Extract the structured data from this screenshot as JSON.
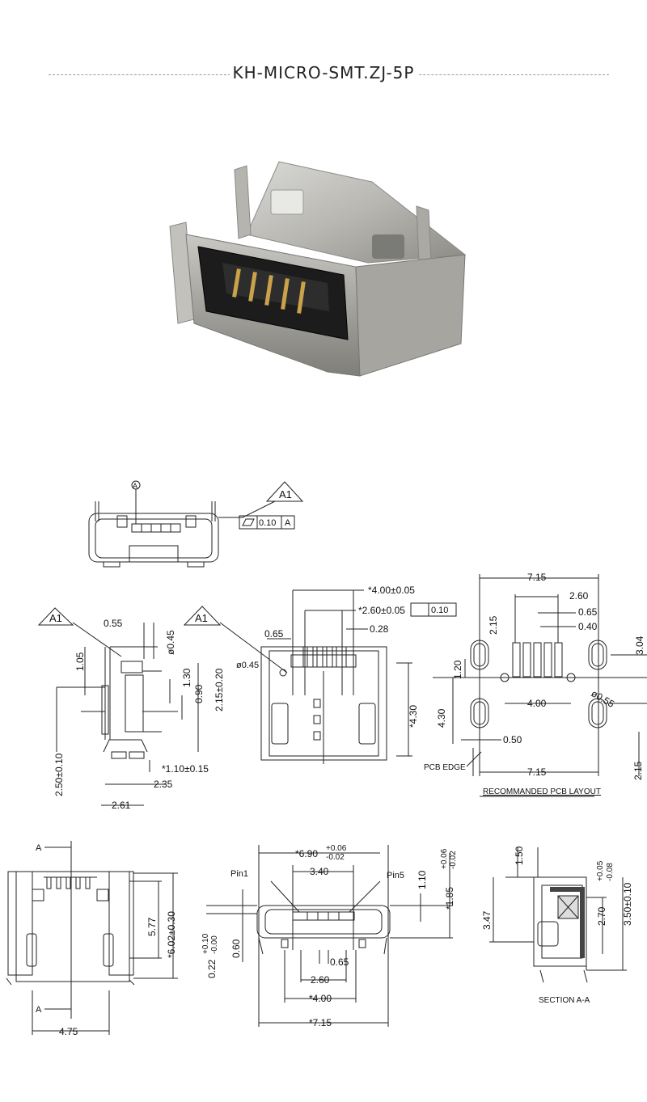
{
  "title": "KH-MICRO-SMT.ZJ-5P",
  "views": {
    "front_top": {
      "datum": "A",
      "revision": "A1",
      "tolerance_value": "0.10",
      "tolerance_ref": "A"
    },
    "side": {
      "revision": "A1",
      "dims": [
        "0.55",
        "ø0.45",
        "1.05",
        "1.30",
        "0.90",
        "2.15±0.20",
        "2.50±0.10",
        "*1.10±0.15",
        "2.35",
        "2.61"
      ]
    },
    "front_pins": {
      "revision": "A1",
      "dims": [
        "*4.00±0.05",
        "*2.60±0.05",
        "0.10",
        "0.65",
        "0.28",
        "ø0.45",
        "*4.30"
      ]
    },
    "pcb_layout": {
      "dims": [
        "7.15",
        "2.60",
        "0.65",
        "0.40",
        "2.15",
        "3.04",
        "1.20",
        "4.00",
        "ø0.55",
        "4.30",
        "0.50",
        "7.15",
        "2.15"
      ],
      "edge_label": "PCB EDGE",
      "caption": "RECOMMANDED PCB LAYOUT"
    },
    "bottom_left": {
      "section_mark": "A",
      "dims": [
        "5.77",
        "*6.02±0.30",
        "4.75"
      ]
    },
    "bottom_mid": {
      "dims": [
        "*6.90",
        "+0.06",
        "-0.02",
        "3.40",
        "1.10",
        "*1.85",
        "+0.06",
        "-0.02",
        "0.60",
        "0.22",
        "+0.10",
        "-0.00",
        "0.65",
        "2.60",
        "*4.00",
        "*7.15"
      ],
      "pin1": "Pin1",
      "pin5": "Pin5"
    },
    "section": {
      "dims": [
        "1.50",
        "3.47",
        "2.70",
        "+0.05",
        "-0.08",
        "3.50±0.10"
      ],
      "caption": "SECTION A-A"
    }
  }
}
